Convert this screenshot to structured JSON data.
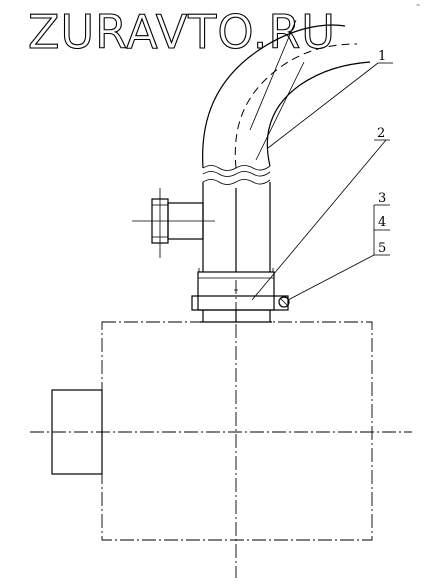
{
  "watermark": {
    "text": "ZURAVTO.RU"
  },
  "corner_mark": "~",
  "callouts": [
    {
      "id": "1",
      "label": "1"
    },
    {
      "id": "2",
      "label": "2"
    },
    {
      "id": "3",
      "label": "3"
    },
    {
      "id": "4",
      "label": "4"
    },
    {
      "id": "5",
      "label": "5"
    }
  ]
}
